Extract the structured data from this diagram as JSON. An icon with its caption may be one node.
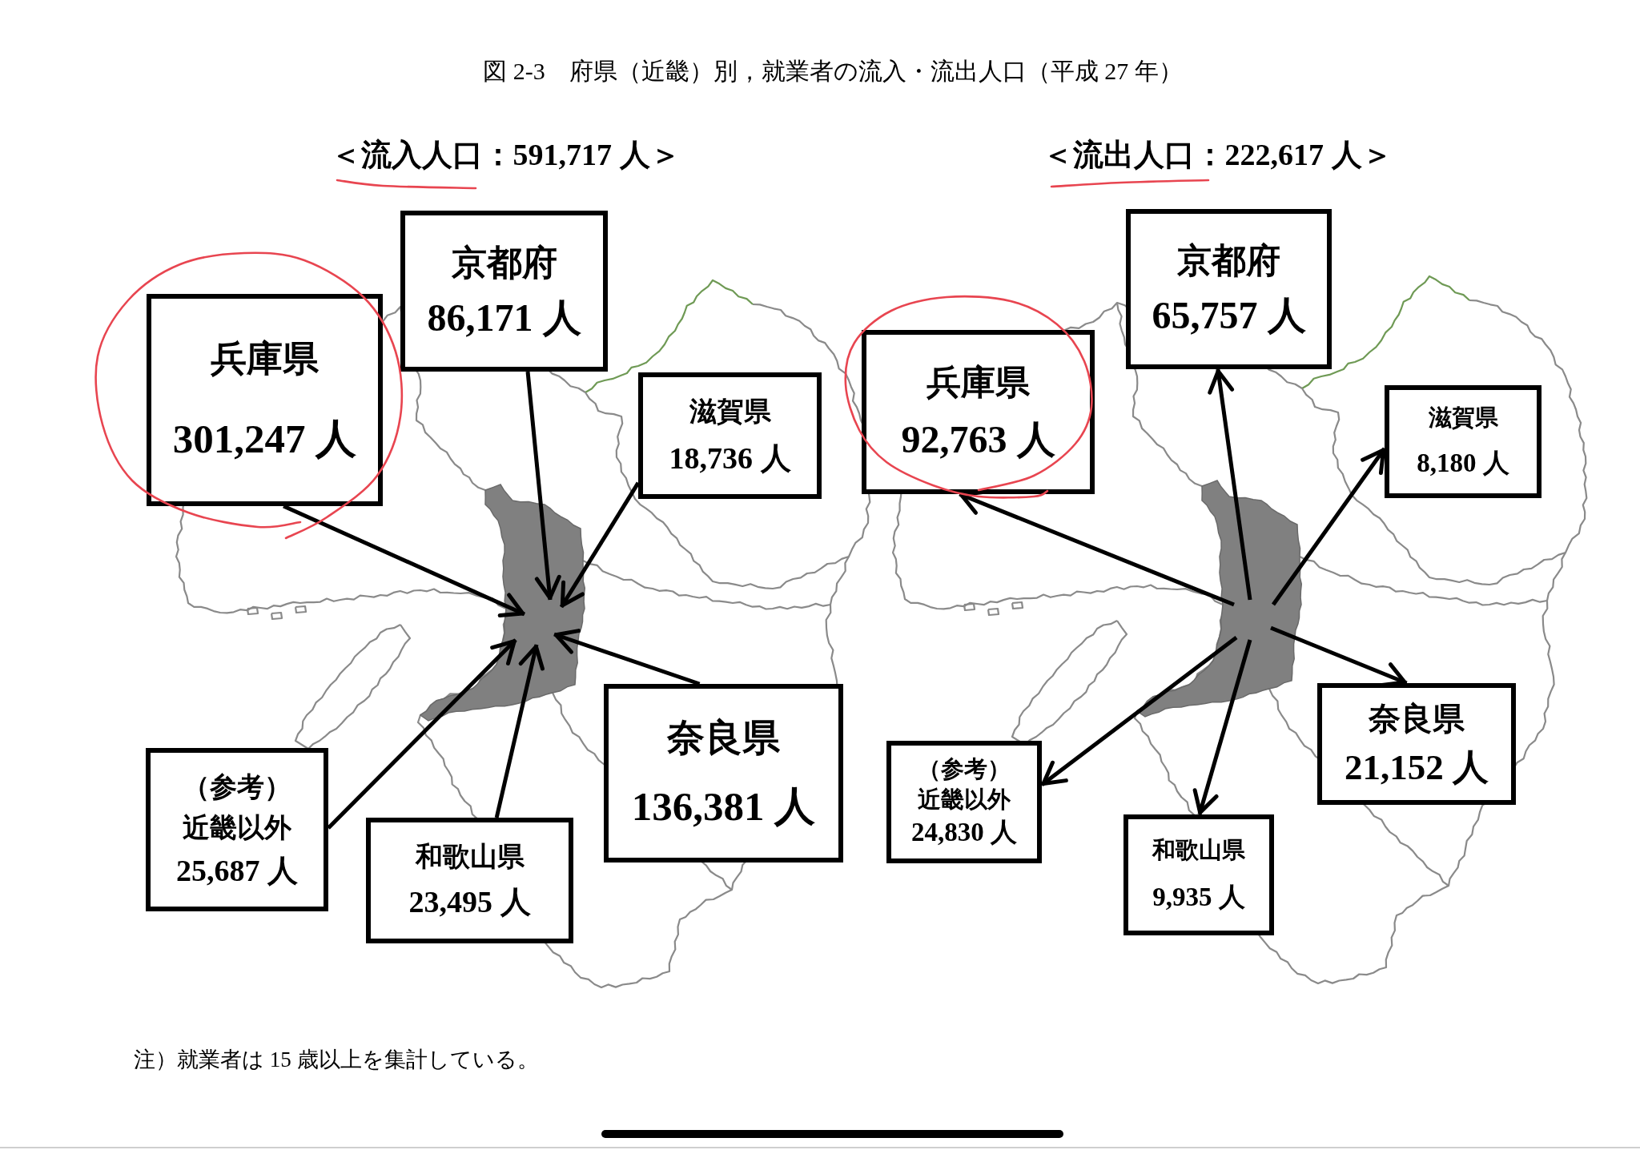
{
  "diagram": {
    "title": "図 2-3　府県（近畿）別，就業者の流入・流出人口（平成 27 年）",
    "nodes": [
      {
        "text": [
          "京都府",
          "86,171 人"
        ]
      },
      {
        "text": [
          "兵庫県",
          "301,247 人"
        ]
      },
      {
        "text": [
          "滋賀県",
          "18,736 人"
        ]
      },
      {
        "text": [],
        "shape": "picture"
      },
      {
        "text": [
          "奈良県",
          "136,381 人"
        ]
      },
      {
        "text": [
          "（参考）近畿以外",
          "25,687 人"
        ]
      },
      {
        "text": [
          "和歌山県",
          "23,495 人"
        ]
      },
      {
        "text": [
          "京都府",
          "65,757 人"
        ]
      },
      {
        "text": [
          "兵庫県",
          "92,763 人"
        ]
      },
      {
        "text": [
          "滋賀県",
          "8,180 人"
        ]
      },
      {
        "text": [],
        "shape": "picture"
      },
      {
        "text": [
          "奈良県",
          "21,152 人"
        ]
      },
      {
        "text": [
          "（参考）近畿以外",
          "24,830 人"
        ]
      },
      {
        "text": [
          "和歌山県",
          "9,935 人"
        ]
      }
    ],
    "edges": [
      {
        "from": 0,
        "to": 3,
        "arrow": "to"
      },
      {
        "from": 1,
        "to": 3,
        "arrow": "to"
      },
      {
        "from": 2,
        "to": 3,
        "arrow": "to"
      },
      {
        "from": 4,
        "to": 3,
        "arrow": "to"
      },
      {
        "from": 5,
        "to": 3,
        "arrow": "to"
      },
      {
        "from": 6,
        "to": 3,
        "arrow": "to"
      },
      {
        "from": 10,
        "to": 7,
        "arrow": "to"
      },
      {
        "from": 10,
        "to": 8,
        "arrow": "to"
      },
      {
        "from": 10,
        "to": 9,
        "arrow": "to"
      },
      {
        "from": 10,
        "to": 11,
        "arrow": "to"
      },
      {
        "from": 10,
        "to": 12,
        "arrow": "to"
      },
      {
        "from": 10,
        "to": 13,
        "arrow": "to"
      }
    ],
    "labels": [
      "＜流入人口：591,717 人＞",
      "＜流出人口：222,617 人＞",
      "注）就業者は 15 歳以上を集計している。"
    ]
  }
}
